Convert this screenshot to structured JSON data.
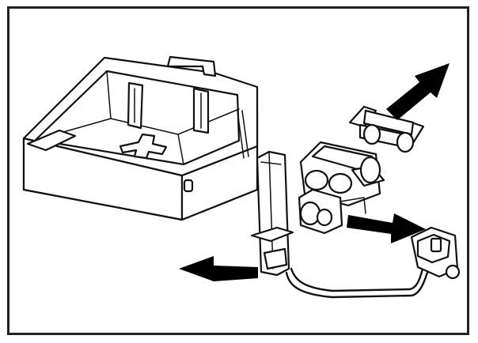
{
  "figure": {
    "colors": {
      "line": "#111111",
      "background": "#ffffff",
      "arrow": "#000000"
    },
    "parts": [
      "tray",
      "bracket",
      "valve-assembly",
      "clip",
      "hose-connector"
    ],
    "arrows": [
      "up-right",
      "right",
      "left"
    ]
  }
}
